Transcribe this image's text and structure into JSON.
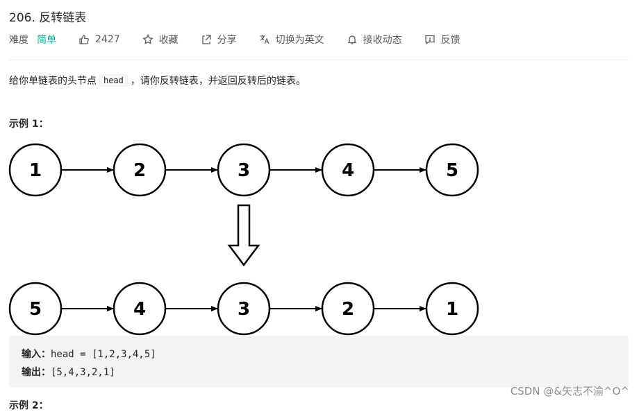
{
  "problem": {
    "title": "206. 反转链表"
  },
  "meta": {
    "difficulty_label": "难度",
    "difficulty_value": "简单",
    "likes": "2427",
    "collect": "收藏",
    "share": "分享",
    "switch_lang": "切换为英文",
    "notify": "接收动态",
    "feedback": "反馈"
  },
  "description": {
    "before": "给你单链表的头节点",
    "code": "head",
    "after": "，请你反转链表，并返回反转后的链表。"
  },
  "example": {
    "title": "示例 1：",
    "diagram_top": [
      "1",
      "2",
      "3",
      "4",
      "5"
    ],
    "diagram_bottom": [
      "5",
      "4",
      "3",
      "2",
      "1"
    ],
    "input_label": "输入：",
    "input_value": "head = [1,2,3,4,5]",
    "output_label": "输出：",
    "output_value": "[5,4,3,2,1]"
  },
  "next_heading": "示例 2：",
  "watermark": "CSDN @&矢志不渝^O^"
}
